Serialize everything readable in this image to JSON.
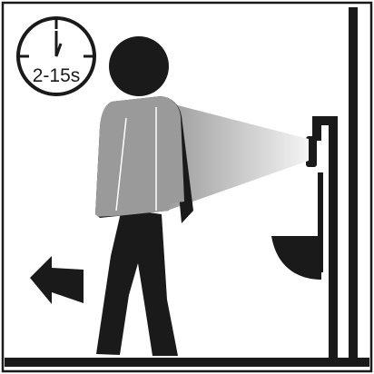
{
  "timer": {
    "label": "2-15s",
    "icon": "stopwatch-icon"
  },
  "scene": {
    "figure": "person-silhouette",
    "sensor": "urinal-sensor",
    "fixture": "wall-urinal",
    "direction_icon": "arrow-left-icon"
  },
  "colors": {
    "ink": "#1a1a1a",
    "figure_gray": "#9a9a9a",
    "beam_start": "#9c9c9c",
    "beam_end": "#f2f2f2",
    "background": "#ffffff"
  }
}
